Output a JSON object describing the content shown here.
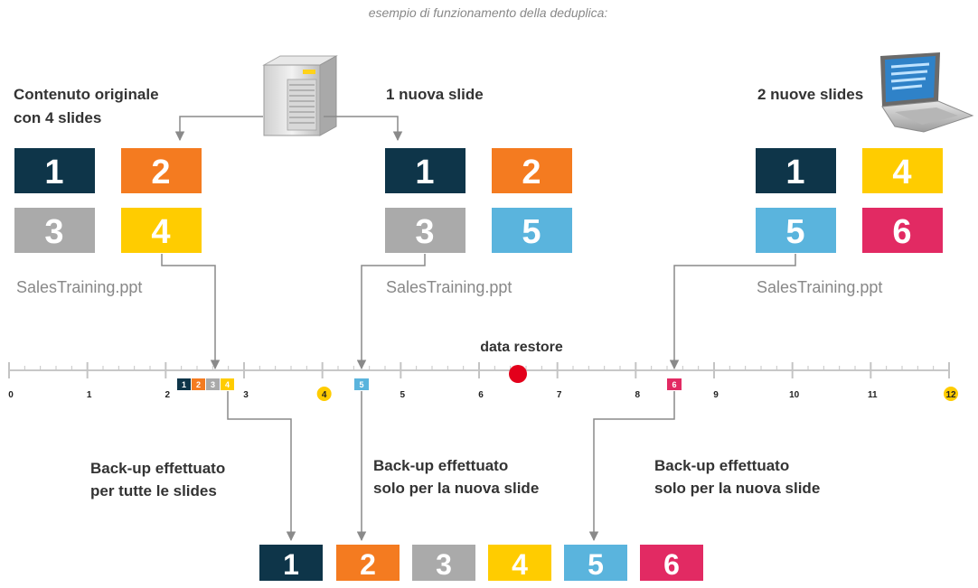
{
  "caption": "esempio di funzionamento della deduplica:",
  "colors": {
    "1": "#0e3549",
    "2": "#f47b20",
    "3": "#aaaaaa",
    "4": "#ffcc00",
    "5": "#5ab4dd",
    "6": "#e22a63"
  },
  "versions": [
    {
      "title_lines": [
        "Contenuto originale",
        "con 4 slides"
      ],
      "slides": [
        "1",
        "2",
        "3",
        "4"
      ],
      "filename": "SalesTraining.ppt"
    },
    {
      "title_lines": [
        "1 nuova slide"
      ],
      "slides": [
        "1",
        "2",
        "3",
        "5"
      ],
      "filename": "SalesTraining.ppt"
    },
    {
      "title_lines": [
        "2 nuove slides"
      ],
      "slides": [
        "1",
        "4",
        "5",
        "6"
      ],
      "filename": "SalesTraining.ppt"
    }
  ],
  "timeline": {
    "ticks": [
      "0",
      "1",
      "2",
      "3",
      "4",
      "5",
      "6",
      "7",
      "8",
      "9",
      "10",
      "11",
      "12"
    ],
    "highlighted_ticks": [
      "4",
      "12"
    ],
    "restore_label": "data restore",
    "markers": [
      {
        "slides": [
          "1",
          "2",
          "3",
          "4"
        ]
      },
      {
        "slides": [
          "5"
        ]
      },
      {
        "slides": [
          "6"
        ]
      }
    ]
  },
  "backups": [
    {
      "lines": [
        "Back-up effettuato",
        "per tutte le slides"
      ]
    },
    {
      "lines": [
        "Back-up effettuato",
        "solo per la nuova slide"
      ]
    },
    {
      "lines": [
        "Back-up effettuato",
        "solo per la nuova slide"
      ]
    }
  ],
  "storage": [
    "1",
    "2",
    "3",
    "4",
    "5",
    "6"
  ],
  "icons": {
    "server": "server-icon",
    "laptop": "laptop-icon"
  }
}
